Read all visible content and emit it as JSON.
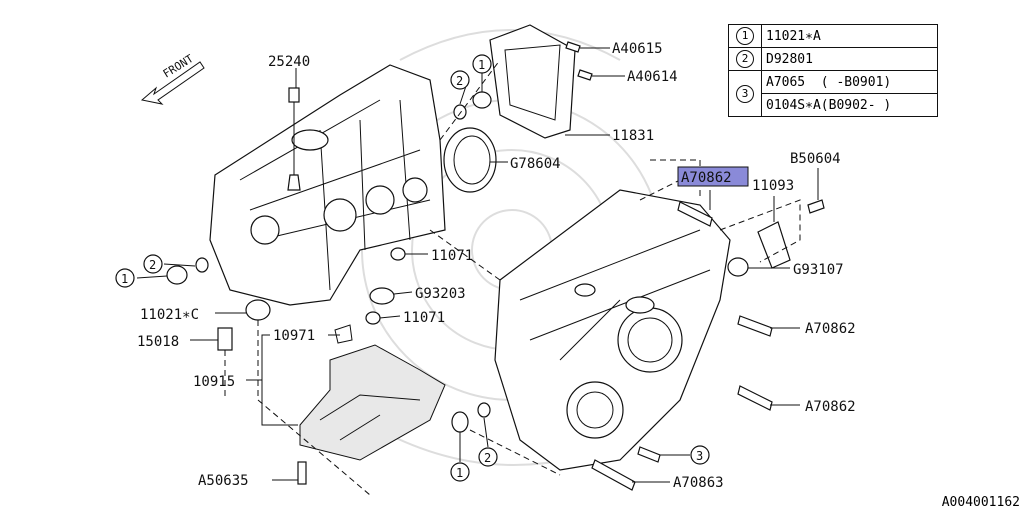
{
  "front_label": "FRONT",
  "highlight_color": "#8a8ad8",
  "legend": [
    {
      "num": "1",
      "lines": [
        "11021∗A"
      ]
    },
    {
      "num": "2",
      "lines": [
        "D92801"
      ]
    },
    {
      "num": "3",
      "lines": [
        "A7065  ( -B0901)",
        "0104S∗A(B0902- )"
      ]
    }
  ],
  "labels": {
    "p25240": "25240",
    "pA40615": "A40615",
    "pA40614": "A40614",
    "p11831": "11831",
    "pG78604": "G78604",
    "pA70862_top": "A70862",
    "p11093": "11093",
    "pB50604": "B50604",
    "pG93107": "G93107",
    "p11071_a": "11071",
    "pG93203": "G93203",
    "p11071_b": "11071",
    "p11021C": "11021∗C",
    "p15018": "15018",
    "p10971": "10971",
    "p10915": "10915",
    "pA50635": "A50635",
    "pA70862_mid": "A70862",
    "pA70862_low": "A70862",
    "pA70863": "A70863"
  },
  "callouts": {
    "c1_left": "1",
    "c2_left": "2",
    "c1_top": "1",
    "c2_top": "2",
    "c1_bottom": "1",
    "c2_bottom": "2",
    "c3_bottom": "3"
  },
  "ref_code": "A004001162"
}
